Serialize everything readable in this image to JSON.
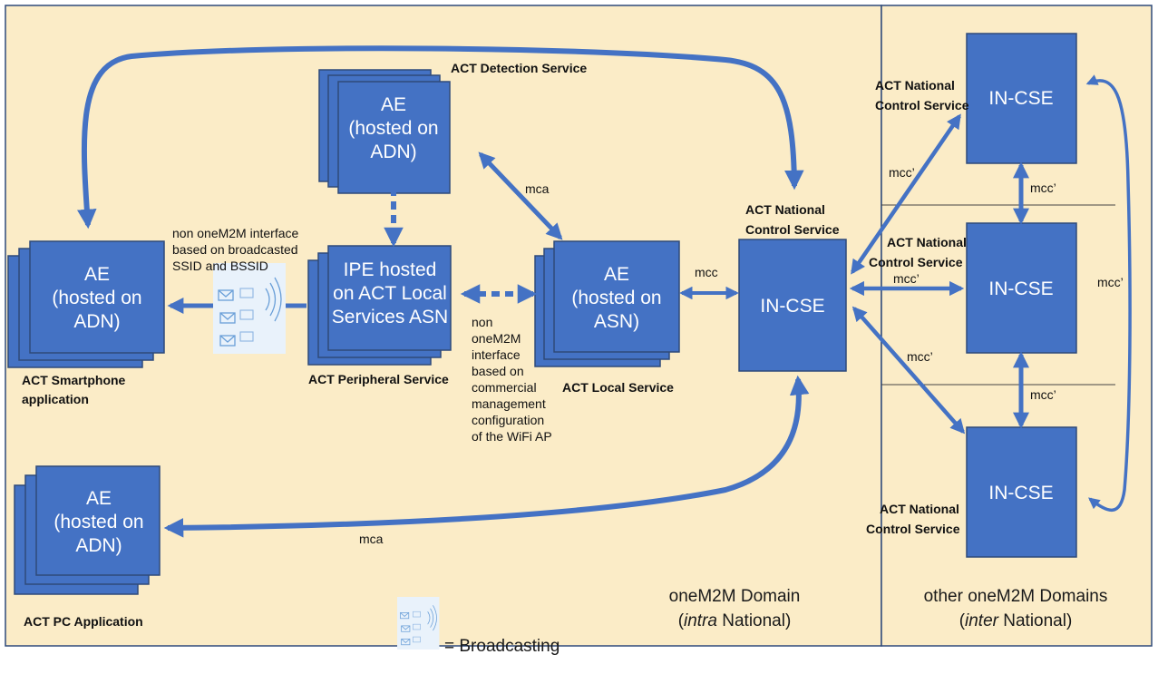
{
  "colors": {
    "background": "#fbecc7",
    "box": "#4472c4",
    "arrow": "#4472c4",
    "border": "#2e4a7a"
  },
  "boxes": {
    "detection": [
      "AE",
      "(hosted on",
      "ADN)"
    ],
    "smartphone": [
      "AE",
      "(hosted on",
      "ADN)"
    ],
    "ipe": [
      "IPE hosted",
      "on ACT Local",
      "Services ASN"
    ],
    "local": [
      "AE",
      "(hosted on",
      "ASN)"
    ],
    "national": [
      "IN-CSE"
    ],
    "pc": [
      "AE",
      "(hosted on",
      "ADN)"
    ],
    "incse_top": [
      "IN-CSE"
    ],
    "incse_mid": [
      "IN-CSE"
    ],
    "incse_bot": [
      "IN-CSE"
    ]
  },
  "labels": {
    "detection_service": "ACT Detection Service",
    "smartphone_app": [
      "ACT Smartphone",
      "application"
    ],
    "peripheral_service": "ACT Peripheral Service",
    "local_service": "ACT Local Service",
    "national_service": [
      "ACT National",
      "Control Service"
    ],
    "pc_app": "ACT PC Application",
    "nat_top": [
      "ACT National",
      "Control Service"
    ],
    "nat_mid": [
      "ACT National",
      "Control Service"
    ],
    "nat_bot": [
      "ACT National",
      "Control Service"
    ]
  },
  "interfaces": {
    "broadcast_iface": [
      "non oneM2M interface",
      "based on broadcasted",
      "SSID and BSSID"
    ],
    "mgmt_iface": [
      "non",
      "oneM2M",
      "interface",
      "based on",
      "commercial",
      "management",
      "configuration",
      "of the WiFi AP"
    ],
    "mca_top": "mca",
    "mca_bottom": "mca",
    "mcc": "mcc",
    "mccp_upper": "mcc’",
    "mccp_mid": "mcc’",
    "mccp_lower": "mcc’",
    "mccp_top_vertical": "mcc’",
    "mccp_bottom_vertical": "mcc’",
    "mccp_right": "mcc’"
  },
  "domains": {
    "intra_line1": "oneM2M Domain",
    "intra_em": "intra",
    "intra_rest": " National)",
    "inter_line1": "other oneM2M Domains",
    "inter_em": "inter",
    "inter_rest": " National)"
  },
  "legend": {
    "broadcasting": "= Broadcasting",
    "icon": "broadcast-icon"
  }
}
